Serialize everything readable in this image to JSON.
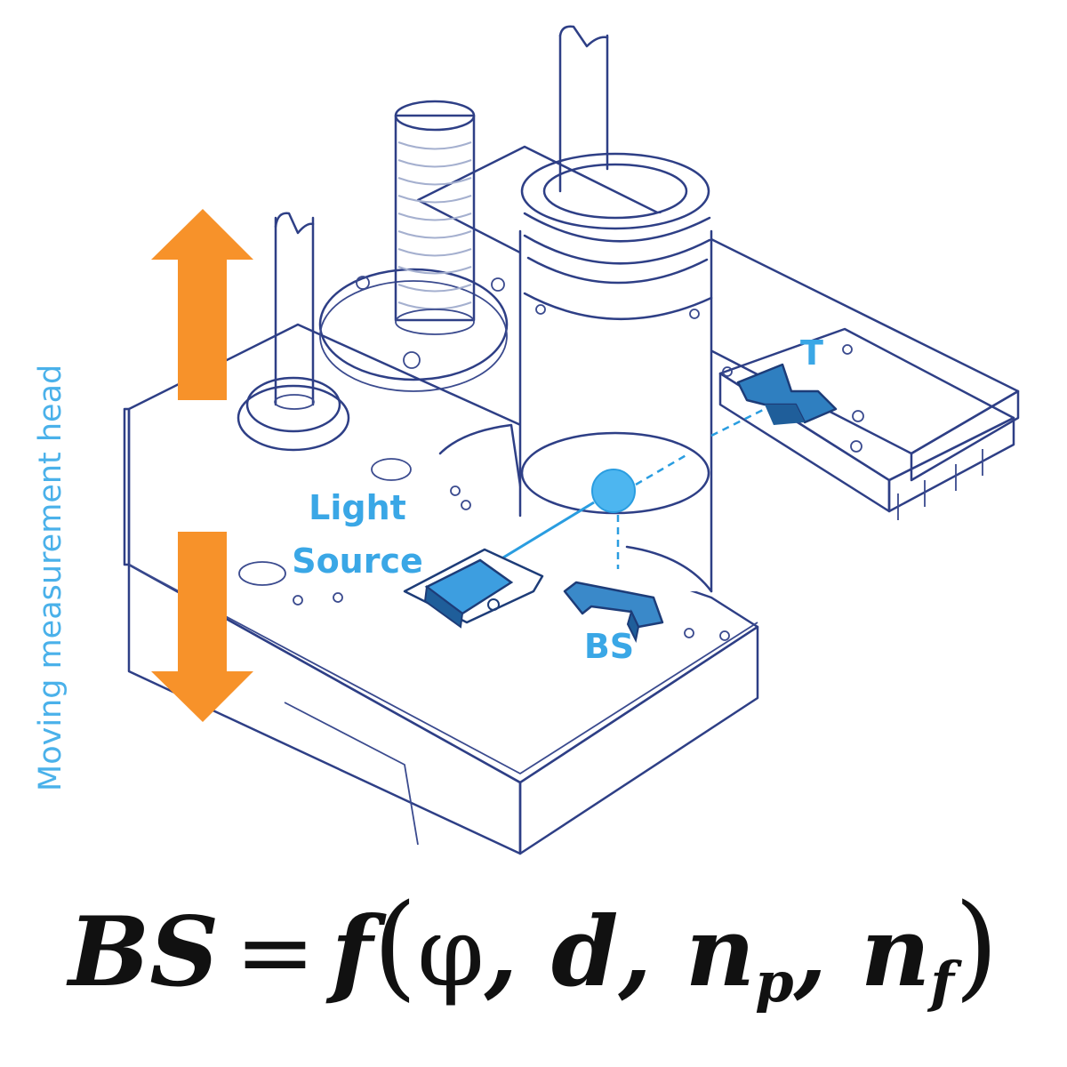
{
  "labels": {
    "side_label": "Moving measurement head",
    "light_source_line1": "Light",
    "light_source_line2": "Source",
    "bs_label": "BS",
    "t_label": "T"
  },
  "formula": {
    "lhs": "BS",
    "equals": "=",
    "func": "f",
    "open_paren": "(",
    "arg1": "φ",
    "sep1": ",",
    "arg2": "d",
    "sep2": ",",
    "arg3_base": "n",
    "arg3_sub": "p",
    "sep3": ",",
    "arg4_base": "n",
    "arg4_sub": "f",
    "close_paren": ")"
  },
  "colors": {
    "arrow": "#f7922a",
    "accent_blue": "#3aa7e6",
    "outline": "#2e3f86"
  }
}
